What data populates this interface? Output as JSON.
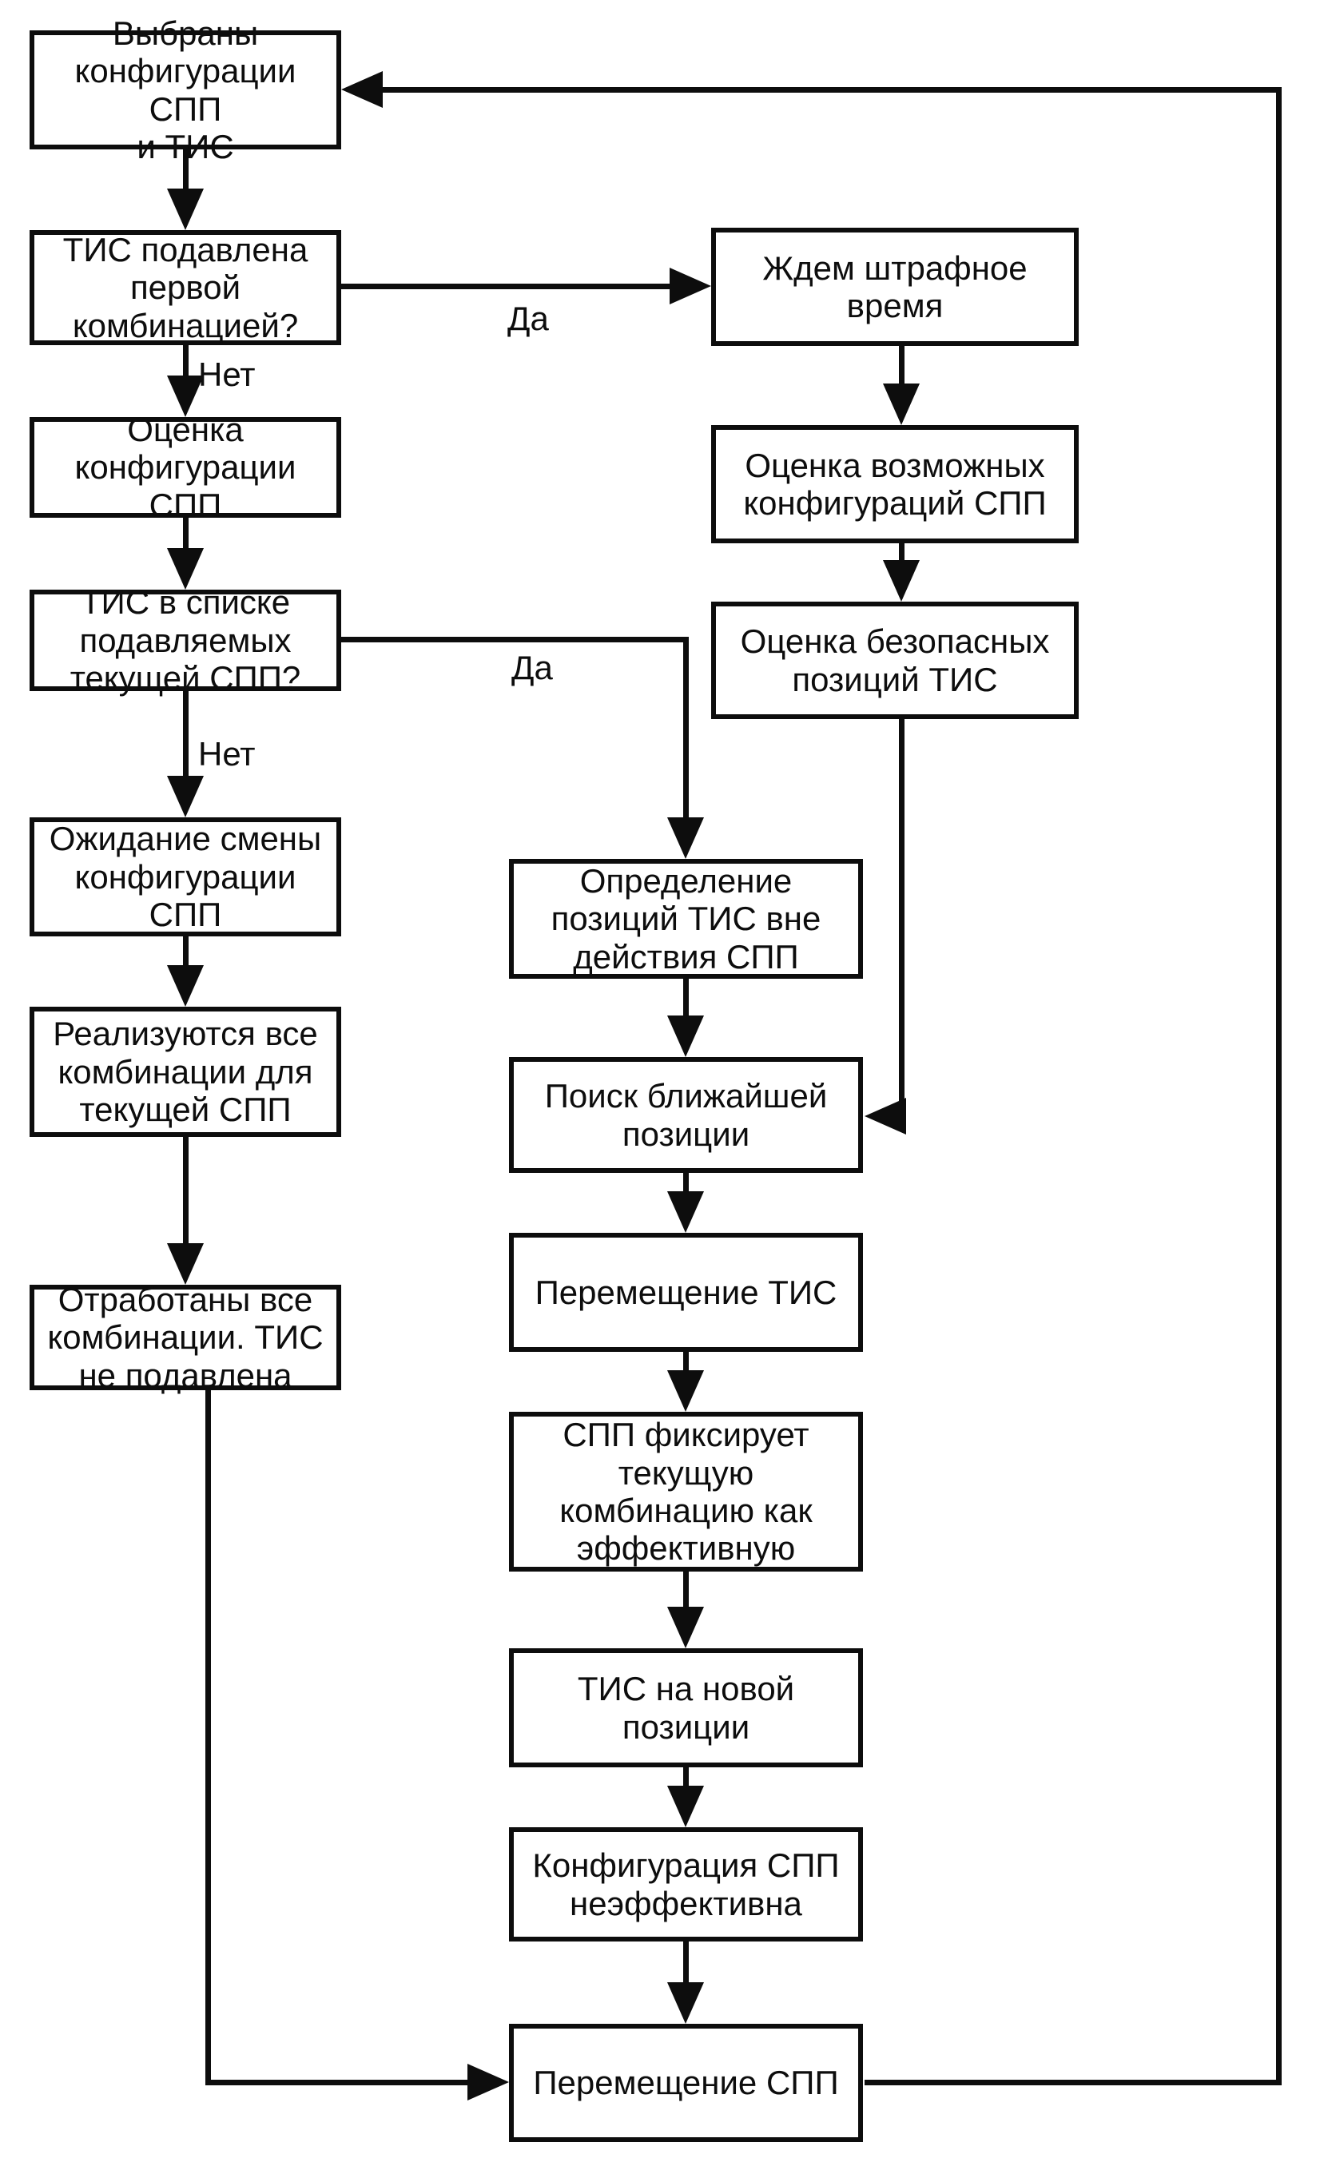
{
  "diagram": {
    "accent_color": "#0d0d0d",
    "background_color": "#ffffff",
    "nodes": [
      {
        "id": "vybrany-konfiguracii",
        "label": "Выбраны\nконфигурации СПП\nи ТИС"
      },
      {
        "id": "tis-podavlena-pervoj",
        "label": "ТИС подавлена\nпервой\nкомбинацией?"
      },
      {
        "id": "ocenka-konfiguracii-spp",
        "label": "Оценка\nконфигурации СПП"
      },
      {
        "id": "tis-v-spiske-podavlyaemyh",
        "label": "ТИС в списке\nподавляемых\nтекущей СПП?"
      },
      {
        "id": "ozhidanie-smeny-konfiguracii",
        "label": "Ожидание смены\nконфигурации СПП"
      },
      {
        "id": "realizuyutsya-vse-kombinacii",
        "label": "Реализуются все\nкомбинации для\nтекущей СПП"
      },
      {
        "id": "otrabotany-vse-kombinacii",
        "label": "Отработаны все\nкомбинации. ТИС\nне подавлена"
      },
      {
        "id": "opredelenie-pozicij-tis",
        "label": "Определение\nпозиций ТИС вне\nдействия СПП"
      },
      {
        "id": "poisk-blizhajshej-pozicii",
        "label": "Поиск ближайшей\nпозиции"
      },
      {
        "id": "peremeshchenie-tis",
        "label": "Перемещение ТИС"
      },
      {
        "id": "spp-fiksiruet-kombinaciyu",
        "label": "СПП фиксирует\nтекущую\nкомбинацию как\nэффективную"
      },
      {
        "id": "tis-na-novoj-pozicii",
        "label": "ТИС на новой\nпозиции"
      },
      {
        "id": "konfiguraciya-spp-neeffektivna",
        "label": "Конфигурация СПП\nнеэффективна"
      },
      {
        "id": "peremeshchenie-spp",
        "label": "Перемещение СПП"
      },
      {
        "id": "zhdem-shtrafnoe-vremya",
        "label": "Ждем штрафное\nвремя"
      },
      {
        "id": "ocenka-vozmozhnyh-konfiguracij",
        "label": "Оценка возможных\nконфигураций СПП"
      },
      {
        "id": "ocenka-bezopasnyh-pozicij",
        "label": "Оценка безопасных\nпозиций ТИС"
      }
    ],
    "edge_labels": [
      {
        "id": "no-1",
        "text": "Нет"
      },
      {
        "id": "yes-1",
        "text": "Да"
      },
      {
        "id": "no-2",
        "text": "Нет"
      },
      {
        "id": "yes-2",
        "text": "Да"
      }
    ]
  }
}
